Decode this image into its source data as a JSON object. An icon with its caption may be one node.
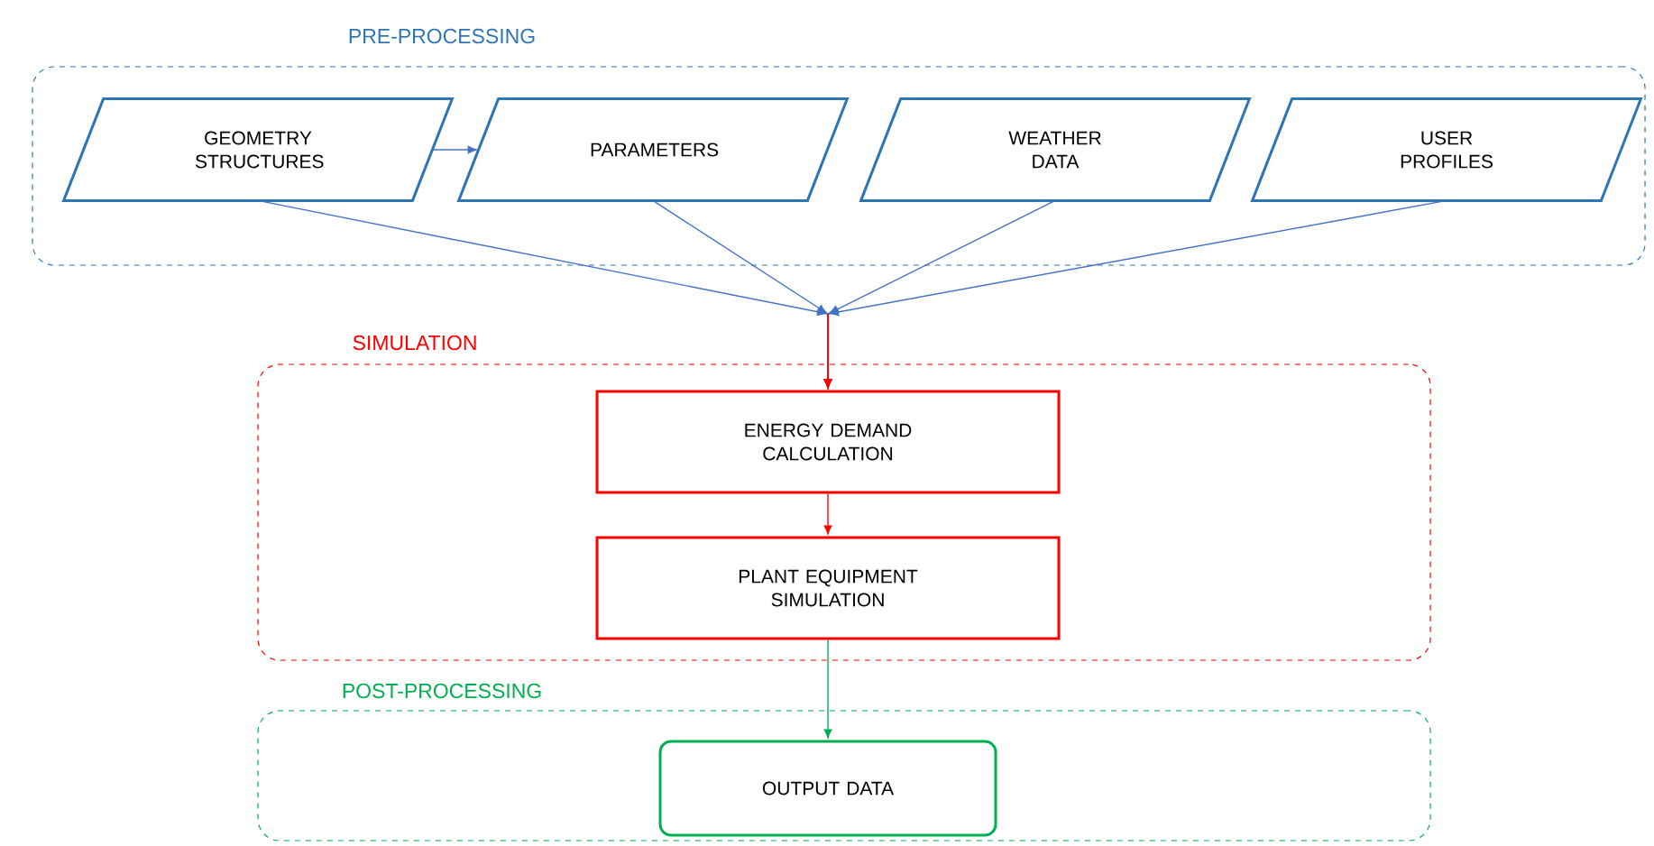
{
  "diagram": {
    "nodes": [
      {
        "text": [
          "PRE-PROCESSING"
        ]
      },
      {
        "text": [
          "GEOMETRY STRUCTURES"
        ],
        "in": 0
      },
      {
        "text": [
          "PARAMETERS"
        ],
        "in": 0
      },
      {
        "text": [
          "WEATHER DATA"
        ],
        "in": 0
      },
      {
        "text": [
          "USER PROFILES"
        ],
        "in": 0
      },
      {
        "text": [
          "SIMULATION"
        ]
      },
      {
        "text": [
          "ENERGY DEMAND CALCULATION"
        ],
        "in": 5
      },
      {
        "text": [
          "PLANT EQUIPMENT SIMULATION"
        ],
        "in": 5
      },
      {
        "text": [
          "POST-PROCESSING"
        ]
      },
      {
        "text": [
          "OUTPUT DATA"
        ],
        "in": 8
      }
    ],
    "edges": [
      {
        "from": 1,
        "to": 2,
        "arrow": "to"
      },
      {
        "from": 1,
        "to": 6,
        "arrow": "to"
      },
      {
        "from": 2,
        "to": 6,
        "arrow": "to"
      },
      {
        "from": 3,
        "to": 6,
        "arrow": "to"
      },
      {
        "from": 4,
        "to": 6,
        "arrow": "to"
      },
      {
        "from": 6,
        "to": 7,
        "arrow": "to",
        "color": "#ff0000"
      },
      {
        "from": 7,
        "to": 9,
        "arrow": "to",
        "color": "#00b050"
      }
    ]
  }
}
